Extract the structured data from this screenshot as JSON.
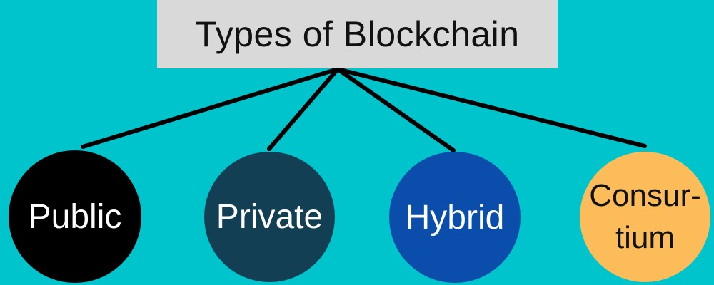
{
  "canvas": {
    "background": "#00c4cc"
  },
  "title": {
    "text": "Types of Blockchain",
    "box_color": "#d9d9d9",
    "text_color": "#111111"
  },
  "connector": {
    "color": "#000000"
  },
  "nodes": [
    {
      "id": "public",
      "label": "Public",
      "fill": "#000000",
      "text_color": "#ffffff"
    },
    {
      "id": "private",
      "label": "Private",
      "fill": "#133f54",
      "text_color": "#ffffff"
    },
    {
      "id": "hybrid",
      "label": "Hybrid",
      "fill": "#0a4dab",
      "text_color": "#ffffff"
    },
    {
      "id": "consortium",
      "label_lines": [
        "Consur-",
        "tium"
      ],
      "fill": "#fcbc5a",
      "text_color": "#111111"
    }
  ],
  "edges": [
    {
      "from": "title",
      "to": "public"
    },
    {
      "from": "title",
      "to": "private"
    },
    {
      "from": "title",
      "to": "hybrid"
    },
    {
      "from": "title",
      "to": "consortium"
    }
  ]
}
